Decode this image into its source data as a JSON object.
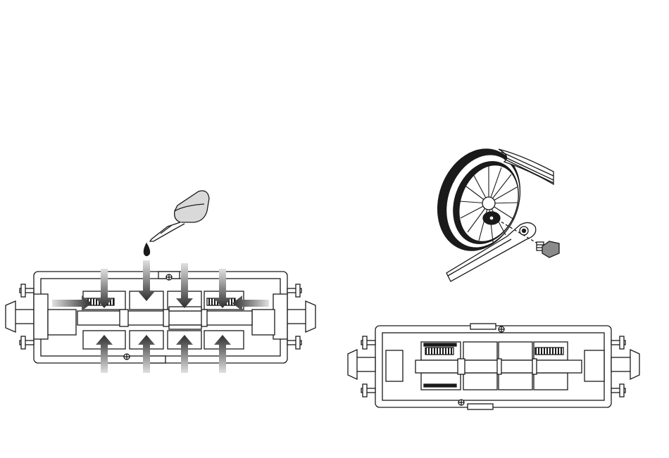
{
  "figures": [
    {
      "id": "lubrication",
      "arrow_count_top": 4,
      "arrow_count_bottom": 4,
      "arrow_count_side": 2
    },
    {
      "id": "traction-tire",
      "tire_count": 1
    }
  ],
  "colors": {
    "stroke": "#1a1a1a",
    "arrow_dark": "#3a3a3a",
    "arrow_light": "#d2d2d2",
    "oil_fill": "#d9d9d9",
    "white": "#ffffff"
  },
  "icons": [
    "oil-bottle-icon",
    "oil-drop-icon",
    "screw-icon",
    "screwdriver-tool-icon",
    "wheel-icon"
  ]
}
